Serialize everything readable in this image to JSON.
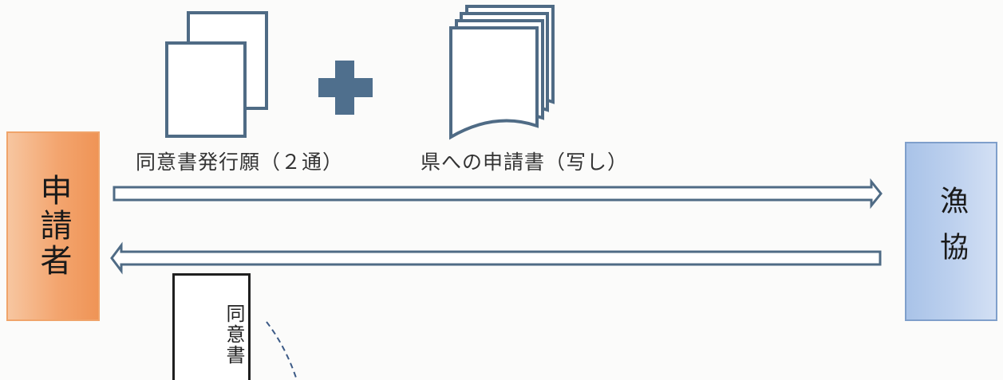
{
  "applicant_label": "申請者",
  "coop_label": "漁協",
  "caption_left": "同意書発行願（２通）",
  "caption_right": "県への申請書（写し）",
  "consent_doc_label": "同意書"
}
